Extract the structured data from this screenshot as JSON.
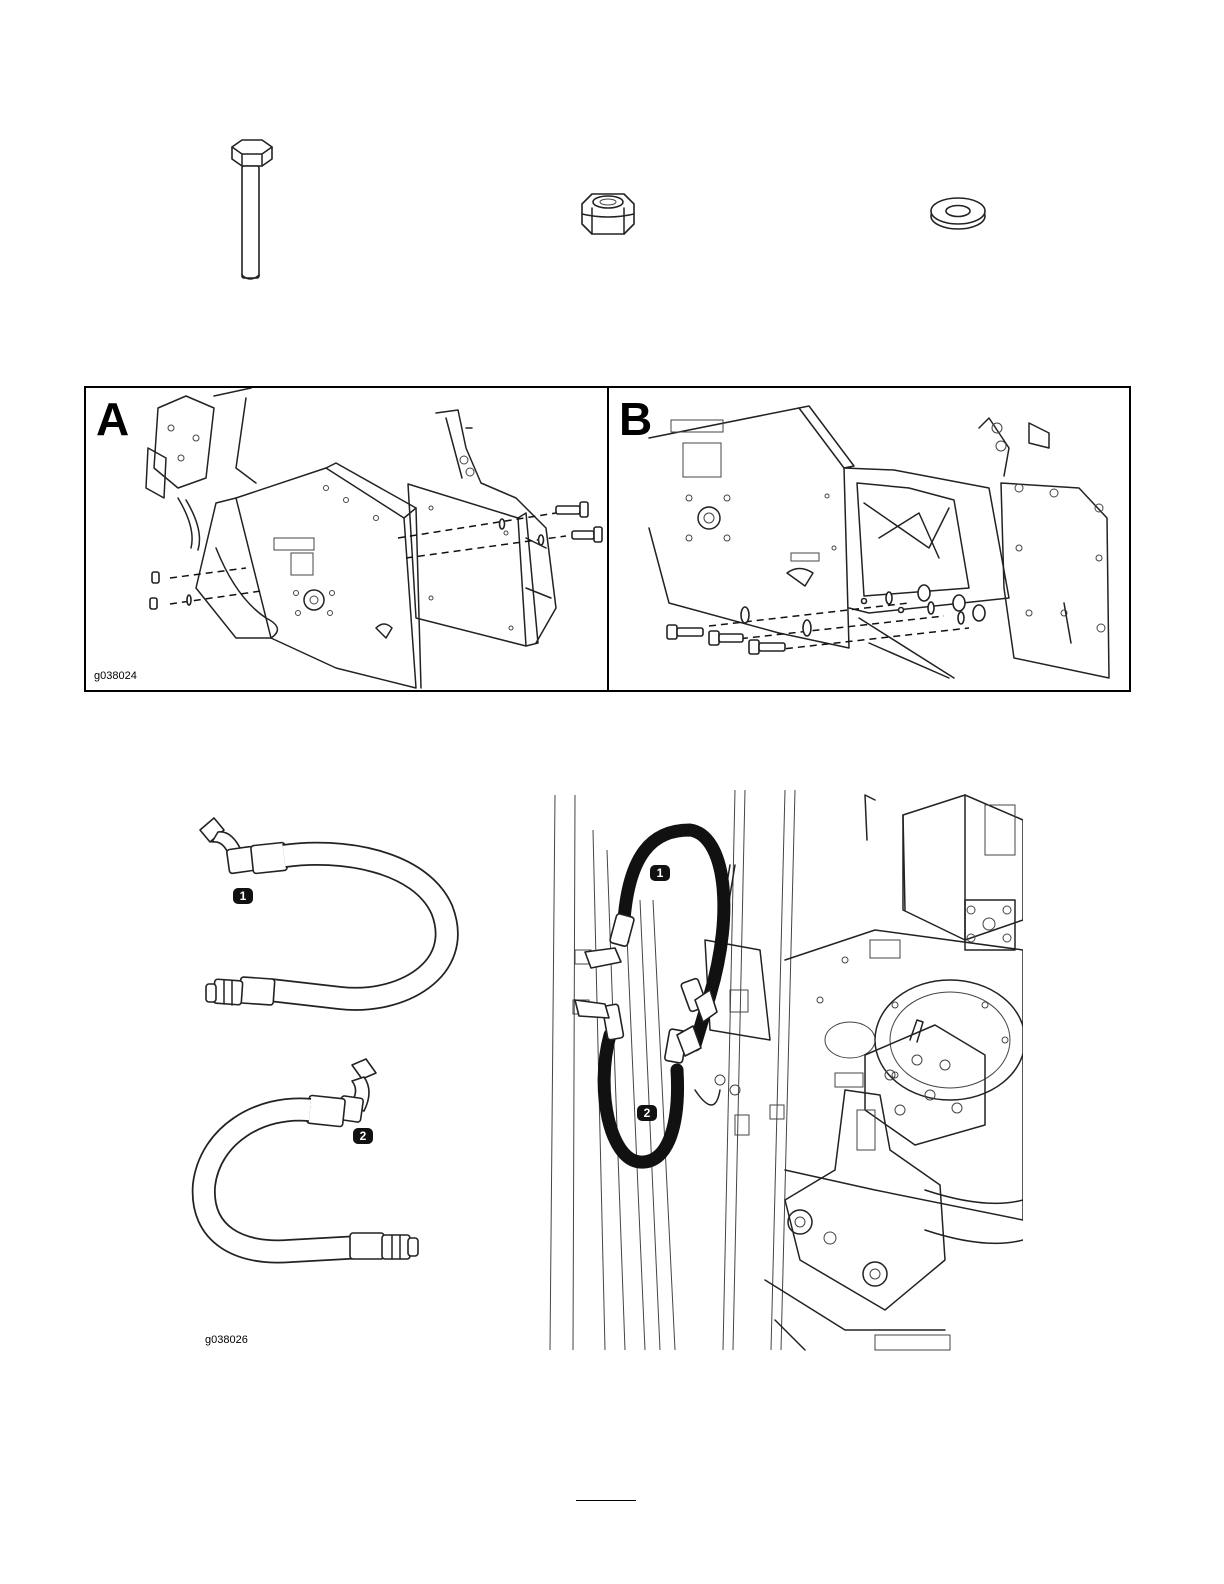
{
  "hardware": {
    "bolt_icon": "hex-bolt",
    "nut_icon": "lock-nut",
    "washer_icon": "flat-washer"
  },
  "figure_mount": {
    "panel_a_letter": "A",
    "panel_b_letter": "B",
    "code": "g038024"
  },
  "figure_hoses": {
    "hose1_callout": "1",
    "hose2_callout": "2",
    "photo_callout_1": "1",
    "photo_callout_2": "2",
    "code": "g038026"
  }
}
